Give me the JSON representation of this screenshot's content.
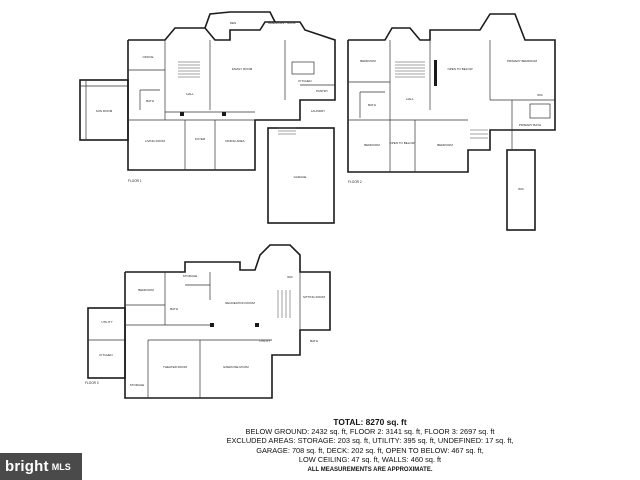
{
  "floors": [
    {
      "name": "FLOOR 1",
      "rooms": [
        "DEN",
        "BREAKFAST NOOK",
        "OFFICE",
        "FAMILY ROOM",
        "KITCHEN",
        "SUN ROOM",
        "HALL",
        "BATH",
        "PANTRY",
        "FOYER",
        "LIVING ROOM",
        "DINING AREA",
        "LAUNDRY",
        "GARAGE"
      ]
    },
    {
      "name": "FLOOR 2",
      "rooms": [
        "BEDROOM",
        "OPEN TO BELOW",
        "PRIMARY BEDROOM",
        "BATH",
        "HALL",
        "PRIMARY BATH",
        "WIC",
        "BEDROOM",
        "OPEN TO BELOW",
        "BEDROOM",
        "WIC"
      ]
    },
    {
      "name": "FLOOR 0",
      "rooms": [
        "STORAGE",
        "BEDROOM",
        "BATH",
        "RECREATION ROOM",
        "SITTING ROOM",
        "UTILITY",
        "BATH",
        "THEATER ROOM",
        "EXERCISE ROOM",
        "UTILITY",
        "KITCHEN",
        "STORAGE",
        "WIC"
      ]
    }
  ],
  "summary": {
    "total": "TOTAL: 8270 sq. ft",
    "line1": "BELOW GROUND: 2432 sq. ft, FLOOR 2: 3141 sq. ft, FLOOR 3: 2697 sq. ft",
    "line2": "EXCLUDED AREAS: STORAGE: 203 sq. ft, UTILITY: 395 sq. ft, UNDEFINED: 17 sq. ft,",
    "line3": "GARAGE: 708 sq. ft, DECK: 202 sq. ft, OPEN TO BELOW: 467 sq. ft,",
    "line4": "LOW CEILING: 47 sq. ft, WALLS: 460 sq. ft",
    "note": "ALL MEASUREMENTS ARE APPROXIMATE."
  },
  "logo": {
    "brand": "bright",
    "suffix": "MLS"
  }
}
